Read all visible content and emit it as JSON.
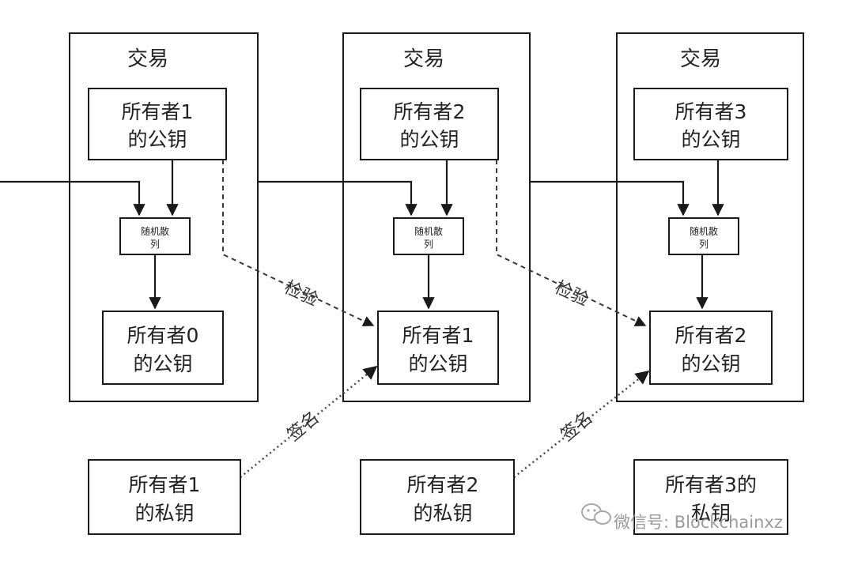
{
  "transactions": [
    {
      "title": "交易",
      "owner_key_line1": "所有者1",
      "owner_key_line2": "的公钥",
      "hash_line1": "随机散",
      "hash_line2": "列",
      "prev_key_line1": "所有者0",
      "prev_key_line2": "的公钥"
    },
    {
      "title": "交易",
      "owner_key_line1": "所有者2",
      "owner_key_line2": "的公钥",
      "hash_line1": "随机散",
      "hash_line2": "列",
      "prev_key_line1": "所有者1",
      "prev_key_line2": "的公钥"
    },
    {
      "title": "交易",
      "owner_key_line1": "所有者3",
      "owner_key_line2": "的公钥",
      "hash_line1": "随机散",
      "hash_line2": "列",
      "prev_key_line1": "所有者2",
      "prev_key_line2": "的公钥"
    }
  ],
  "private_keys": [
    {
      "line1": "所有者1",
      "line2": "的私钥"
    },
    {
      "line1": "所有者2",
      "line2": "的私钥"
    },
    {
      "line1": "所有者3的",
      "line2": "私钥"
    }
  ],
  "edge_labels": {
    "verify": "检验",
    "sign": "签名"
  },
  "watermark": {
    "text": "微信号: Blockchainxz",
    "icon": "wechat-icon"
  }
}
